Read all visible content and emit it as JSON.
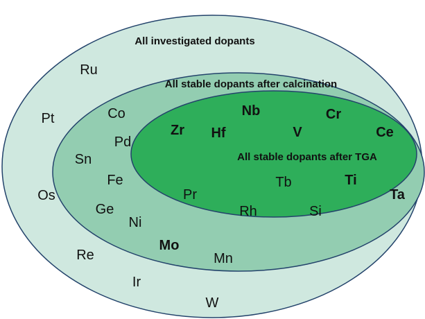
{
  "sets": {
    "outer": {
      "title": "All investigated dopants",
      "fill": "#cfe8df"
    },
    "middle": {
      "title": "All stable dopants after calcination",
      "fill": "#93cdb1"
    },
    "inner": {
      "title": "All stable dopants after TGA",
      "fill": "#2eae5a"
    },
    "stroke": "#23436b"
  },
  "elements": {
    "Ru": "Ru",
    "Pt": "Pt",
    "Os": "Os",
    "Re": "Re",
    "Ir": "Ir",
    "W": "W",
    "Co": "Co",
    "Pd": "Pd",
    "Sn": "Sn",
    "Fe": "Fe",
    "Ge": "Ge",
    "Ni": "Ni",
    "Mo": "Mo",
    "Mn": "Mn",
    "Nb": "Nb",
    "Cr": "Cr",
    "Zr": "Zr",
    "Hf": "Hf",
    "V": "V",
    "Ce": "Ce",
    "Pr": "Pr",
    "Tb": "Tb",
    "Ti": "Ti",
    "Ta": "Ta",
    "Rh": "Rh",
    "Si": "Si"
  }
}
